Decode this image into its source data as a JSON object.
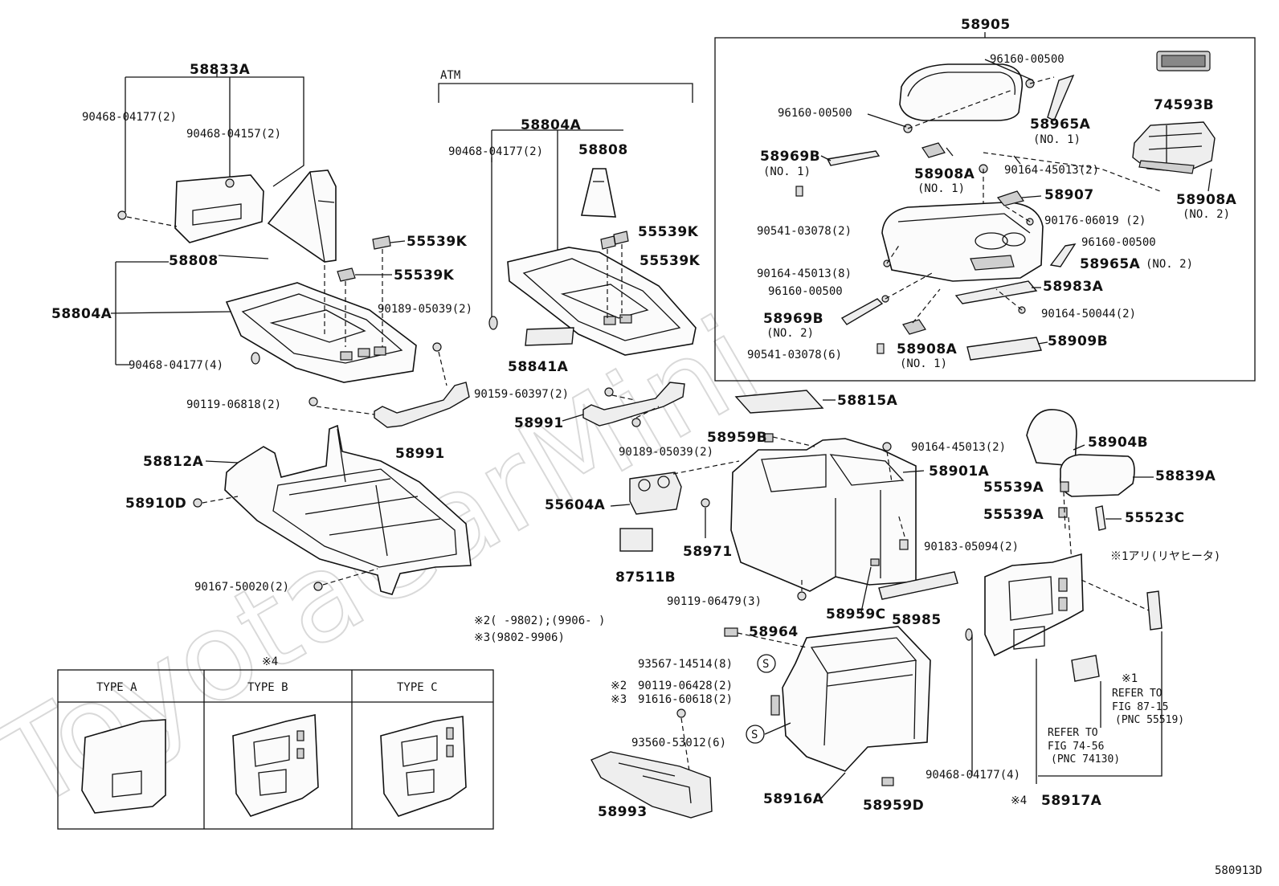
{
  "watermark": "ToyotaCarMini",
  "figure_code": "580913D",
  "group_58905_label": "58905",
  "atm_label": "ATM",
  "labels": {
    "l58833A": "58833A",
    "l90468_04177_2a": "90468-04177(2)",
    "l90468_04157_2": "90468-04157(2)",
    "l58808a": "58808",
    "l55539K_a": "55539K",
    "l55539K_b": "55539K",
    "l58804A_a": "58804A",
    "l90189_05039_2a": "90189-05039(2)",
    "l90468_04177_4a": "90468-04177(4)",
    "l90119_06818_2": "90119-06818(2)",
    "l58991_a": "58991",
    "l58812A": "58812A",
    "l58910D": "58910D",
    "l90167_50020_2": "90167-50020(2)",
    "l58804A_b": "58804A",
    "l90468_04177_2b": "90468-04177(2)",
    "l58808b": "58808",
    "l55539K_c": "55539K",
    "l55539K_d": "55539K",
    "l58841A": "58841A",
    "l90159_60397_2": "90159-60397(2)",
    "l58991_b": "58991",
    "l90189_05039_2b": "90189-05039(2)",
    "l96160_00500_a": "96160-00500",
    "l74593B": "74593B",
    "l96160_00500_b": "96160-00500",
    "l58965A_1": "58965A",
    "l58965A_1n": "(NO. 1)",
    "l58969B_1": "58969B",
    "l58969B_1n": "(NO. 1)",
    "l58908A_1": "58908A",
    "l58908A_1n": "(NO. 1)",
    "l90164_45013_2a": "90164-45013(2)",
    "l58908A_2": "58908A",
    "l58908A_2n": "(NO. 2)",
    "l58907": "58907",
    "l90541_03078_2": "90541-03078(2)",
    "l90176_06019_2": "90176-06019 (2)",
    "l96160_00500_c": "96160-00500",
    "l90164_45013_8": "90164-45013(8)",
    "l58965A_2": "58965A",
    "l58965A_2n": "(NO. 2)",
    "l96160_00500_d": "96160-00500",
    "l58983A": "58983A",
    "l58969B_2": "58969B",
    "l58969B_2n": "(NO. 2)",
    "l90164_50044_2": "90164-50044(2)",
    "l90541_03078_6": "90541-03078(6)",
    "l58908A_3": "58908A",
    "l58908A_3n": "(NO. 1)",
    "l58909B": "58909B",
    "l58815A": "58815A",
    "l58959B": "58959B",
    "l90164_45013_2b": "90164-45013(2)",
    "l58904B": "58904B",
    "l58901A": "58901A",
    "l55539A_a": "55539A",
    "l58839A": "58839A",
    "l55604A": "55604A",
    "l55539A_b": "55539A",
    "l55523C": "55523C",
    "l58971": "58971",
    "l90183_05094_2": "90183-05094(2)",
    "l87511B": "87511B",
    "l90119_06479_3": "90119-06479(3)",
    "l58959C": "58959C",
    "l58985": "58985",
    "l58964": "58964",
    "l93567_14514_8": "93567-14514(8)",
    "l90119_06428_2": "90119-06428(2)",
    "l91616_60618_2": "91616-60618(2)",
    "l93560_53012_6": "93560-53012(6)",
    "l58993": "58993",
    "l58916A": "58916A",
    "l58959D": "58959D",
    "l90468_04177_4b": "90468-04177(4)",
    "l58917A": "58917A"
  },
  "notes": {
    "n2_range": "※2(    -9802);(9906-    )",
    "n3_range": "※3(9802-9906)",
    "n2_prefix": "※2",
    "n3_prefix": "※3",
    "n4_prefix": "※4",
    "n1_prefix": "※1",
    "heater_note": "※1アリ(リヤヒータ)",
    "refer_87_a": "REFER TO",
    "refer_87_b": "FIG 87-15",
    "refer_87_c": "(PNC 55519)",
    "refer_74_a": "REFER TO",
    "refer_74_b": "FIG 74-56",
    "refer_74_c": "(PNC 74130)"
  },
  "s_mark": "S",
  "types_table": {
    "header_note": "※4",
    "columns": [
      "TYPE  A",
      "TYPE  B",
      "TYPE  C"
    ]
  }
}
